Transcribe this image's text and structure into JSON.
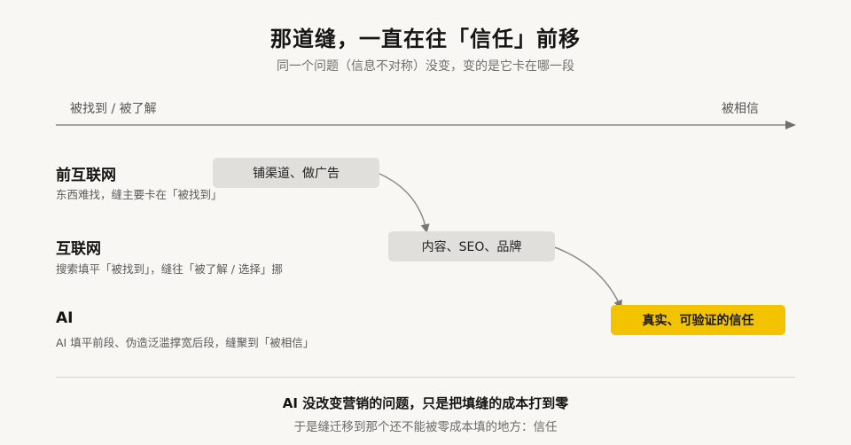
{
  "title": "那道缝，一直在往「信任」前移",
  "subtitle": "同一个问题（信息不对称）没变，变的是它卡在哪一段",
  "axis": {
    "left_label": "被找到 / 被了解",
    "right_label": "被相信"
  },
  "eras": [
    {
      "name": "前互联网",
      "desc": "东西难找，缝主要卡在「被找到」",
      "box": "铺渠道、做广告"
    },
    {
      "name": "互联网",
      "desc": "搜索填平「被找到」，缝往「被了解 / 选择」挪",
      "box": "内容、SEO、品牌"
    },
    {
      "name": "AI",
      "desc": "AI 填平前段、伪造泛滥撑宽后段，缝聚到「被相信」",
      "box": "真实、可验证的信任"
    }
  ],
  "conclusion": {
    "main": "AI 没改变营销的问题，只是把填缝的成本打到零",
    "sub": "于是缝迁移到那个还不能被零成本填的地方：信任"
  },
  "colors": {
    "background": "#f9f7f3",
    "box": "#e1dfdb",
    "highlight": "#f3c300",
    "arrow": "#777777"
  }
}
